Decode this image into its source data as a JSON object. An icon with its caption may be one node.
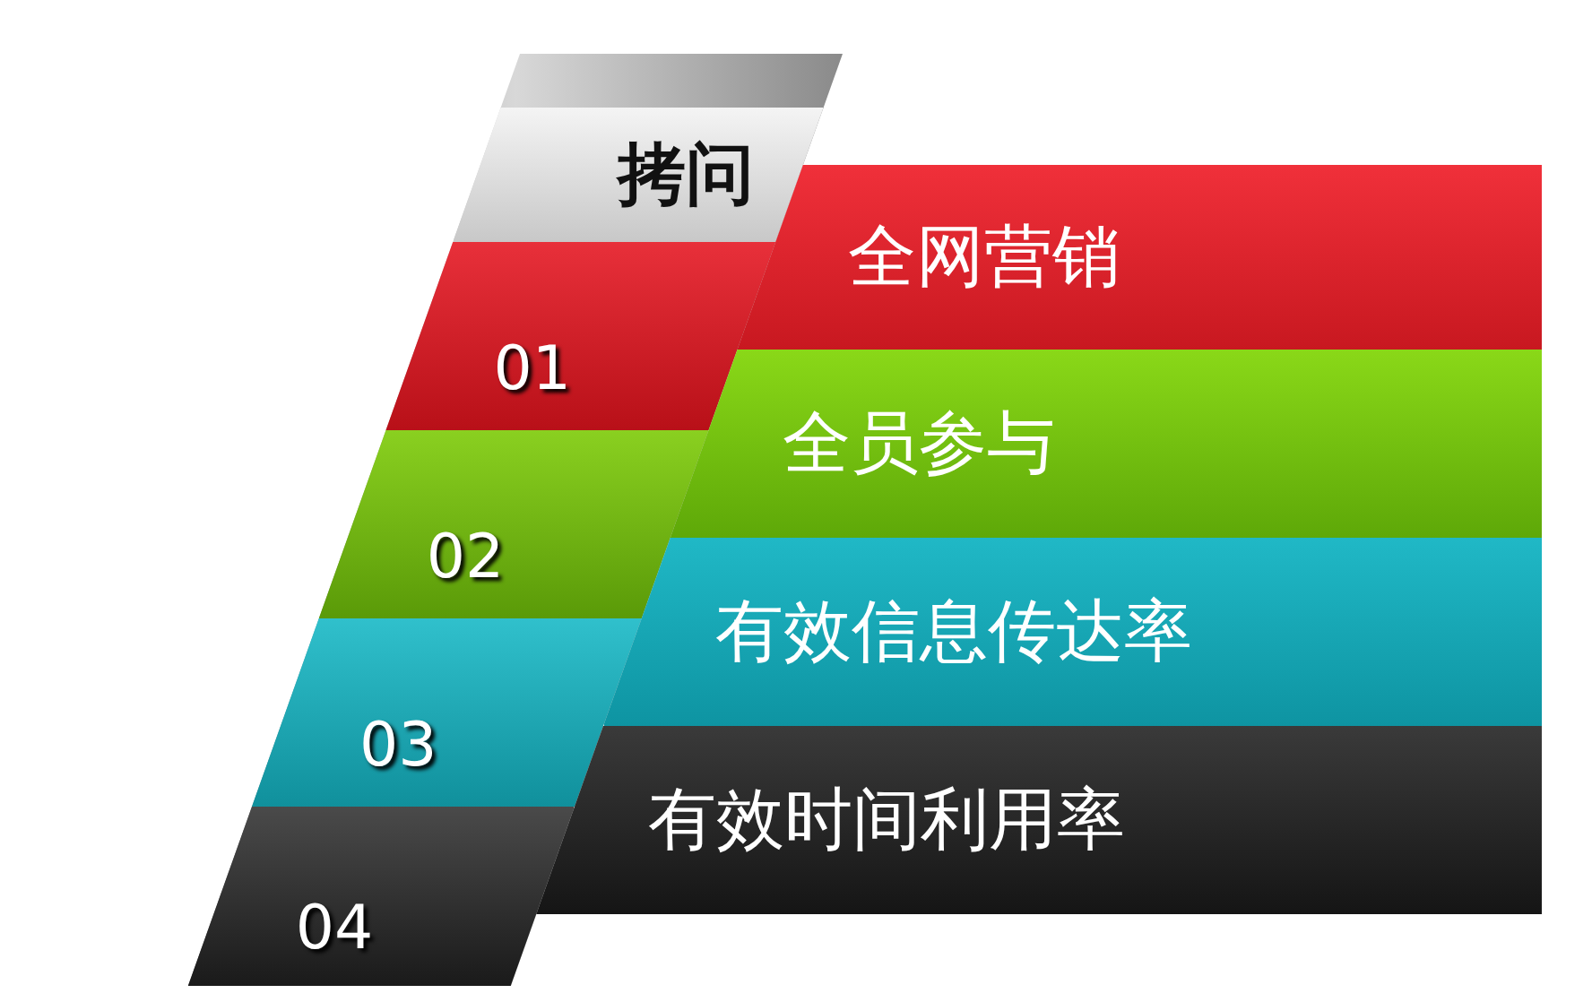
{
  "diagram": {
    "nodes": [
      {
        "text": [
          "拷问"
        ]
      },
      {
        "text": [
          "01"
        ]
      },
      {
        "text": [
          "全网营销"
        ]
      },
      {
        "text": [
          "02"
        ]
      },
      {
        "text": [
          "全员参与"
        ]
      },
      {
        "text": [
          "03"
        ]
      },
      {
        "text": [
          "有效信息传达率"
        ]
      },
      {
        "text": [
          "04"
        ]
      },
      {
        "text": [
          "有效时间利用率"
        ]
      }
    ]
  }
}
